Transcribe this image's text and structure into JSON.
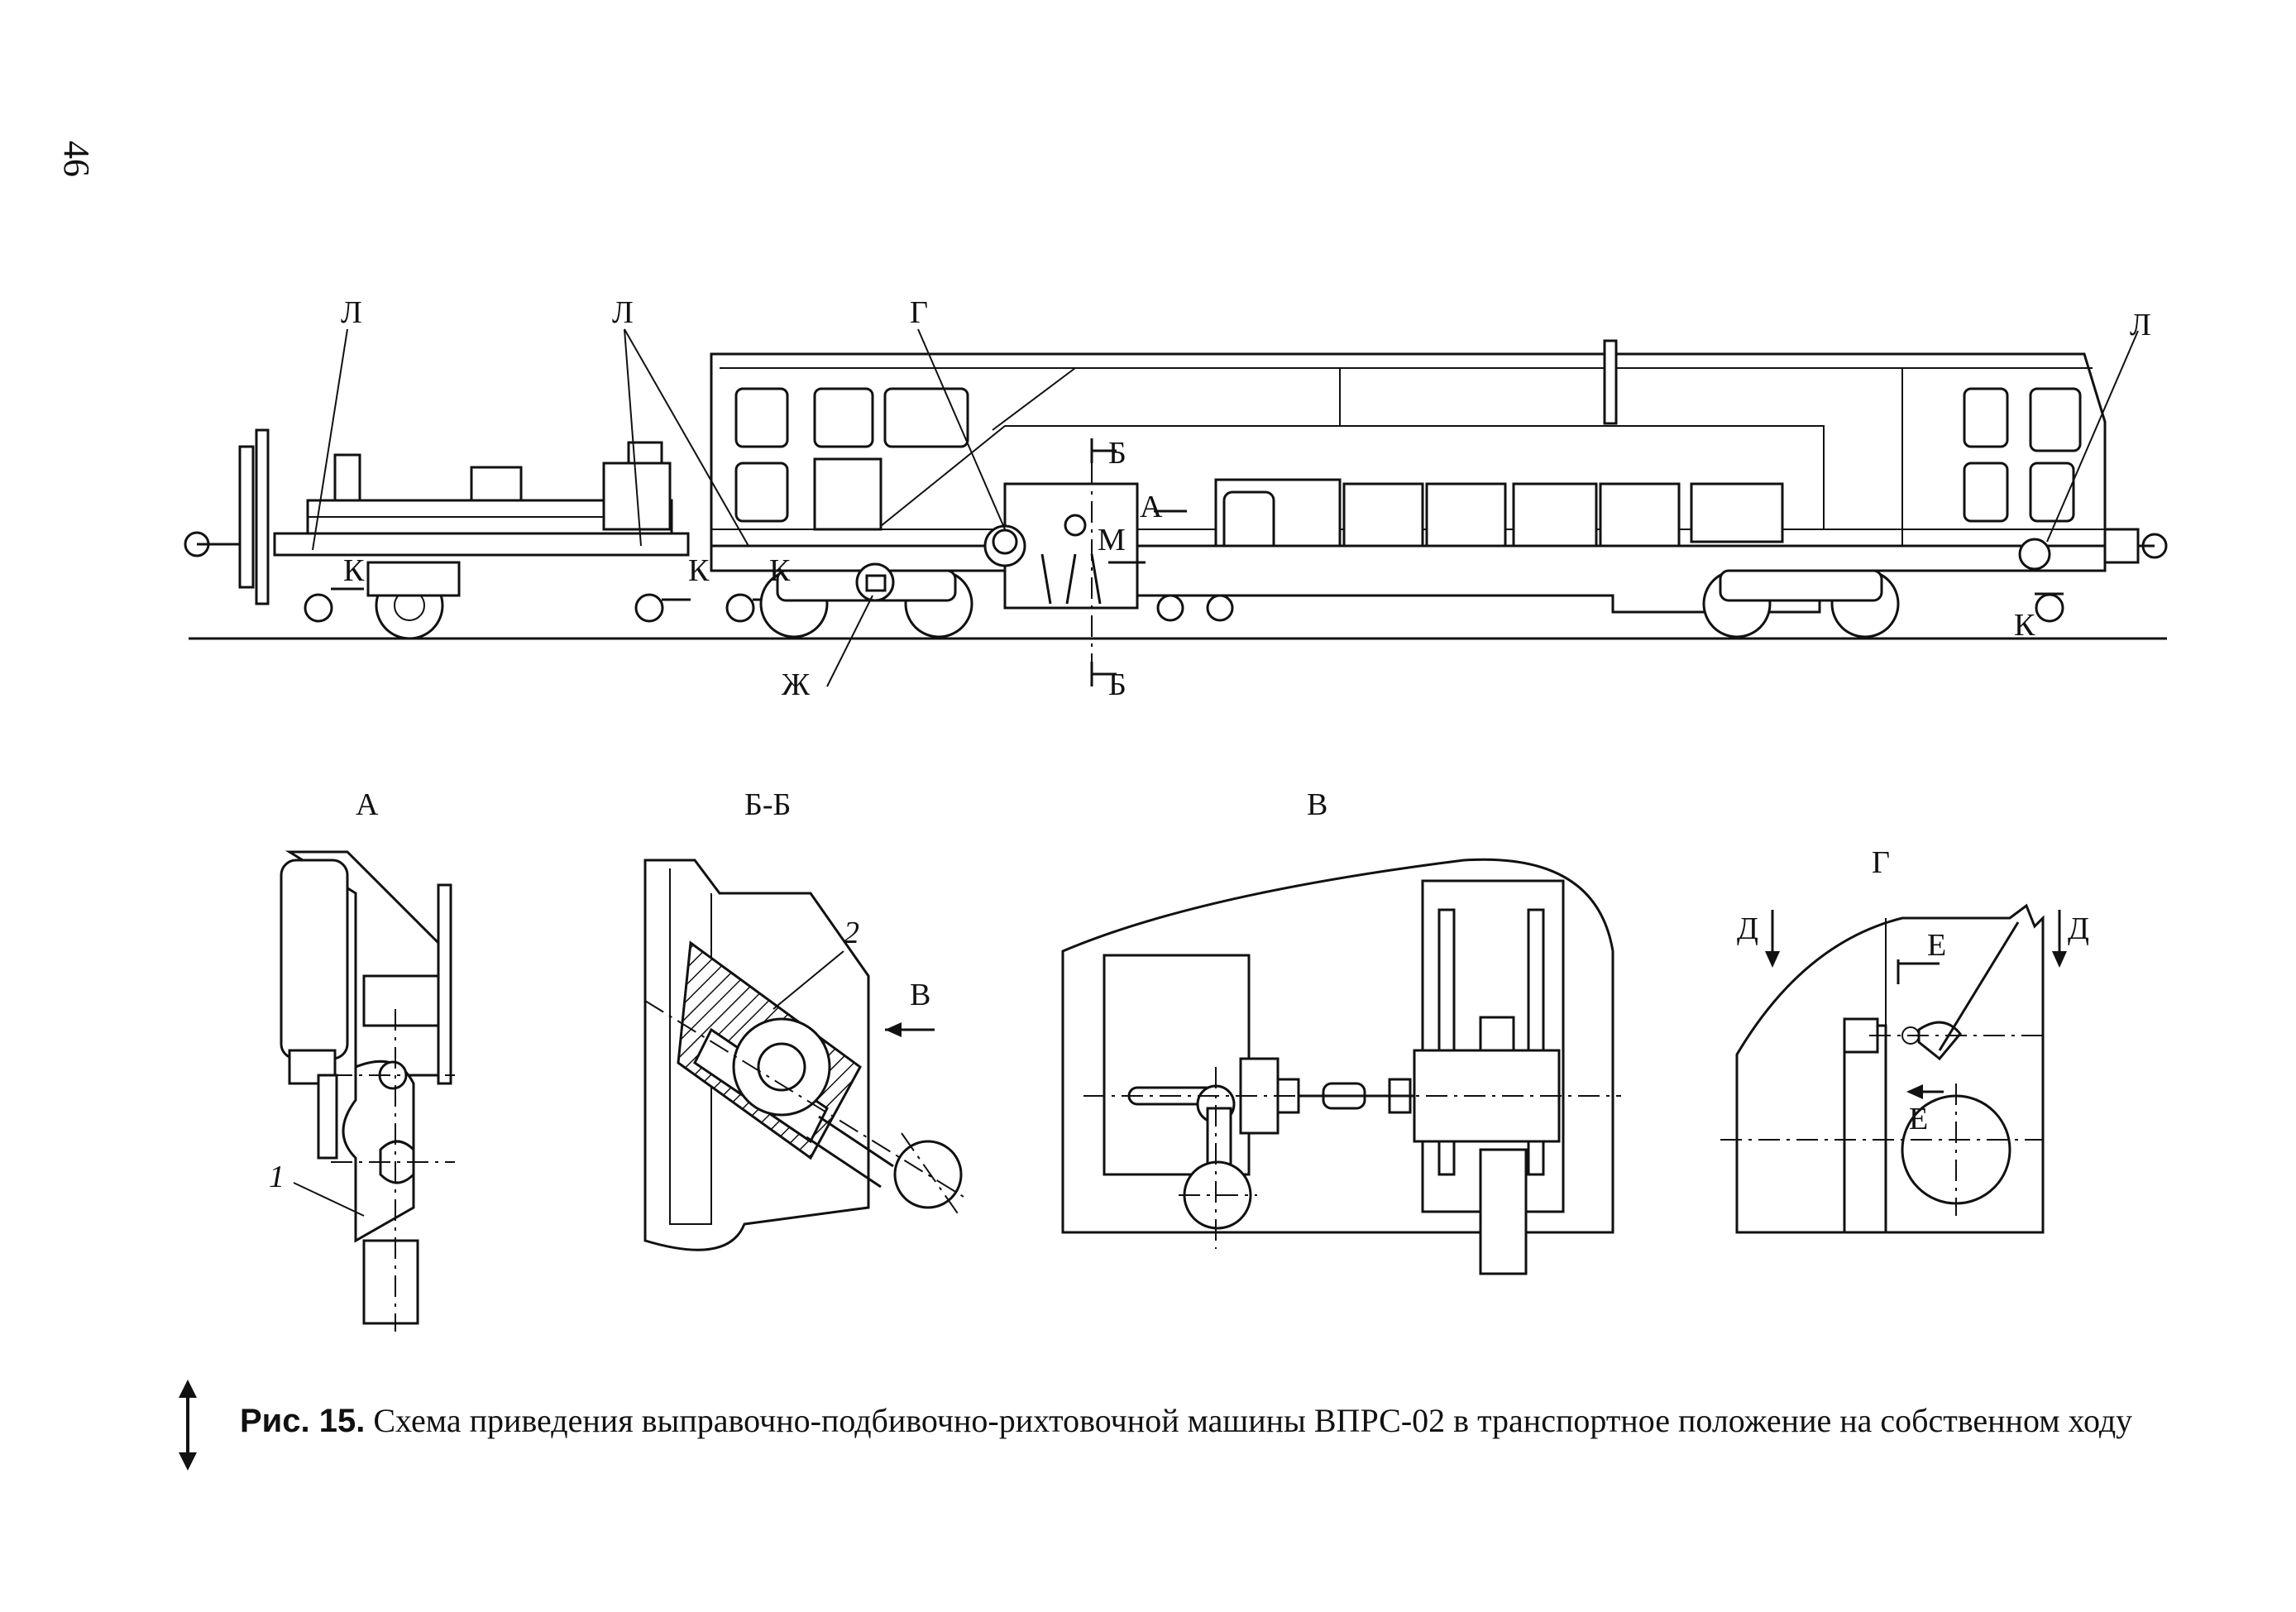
{
  "page_number": "46",
  "caption": {
    "figure_label": "Рис. 15.",
    "text": "Схема приведения выправочно-подбивочно-рихтовочной машины ВПРС-02 в транспортное положение на собственном ходу"
  },
  "main_view": {
    "labels": {
      "l1": "Л",
      "l2": "Л",
      "l3": "Л",
      "g": "Г",
      "b_top": "Б",
      "b_bottom": "Б",
      "a": "А",
      "m": "М",
      "zh": "Ж",
      "k1": "К",
      "k2": "К",
      "k3": "К",
      "k4": "К"
    }
  },
  "details": {
    "a": {
      "title": "А",
      "callout": "1"
    },
    "bb": {
      "title": "Б-Б",
      "callout": "2",
      "arrow_label": "В"
    },
    "v": {
      "title": "В"
    },
    "g": {
      "title": "Г",
      "d_left": "Д",
      "d_right": "Д",
      "e_top": "Е",
      "e_bottom": "Е"
    }
  },
  "icons": [
    "page-orientation-arrow-icon"
  ]
}
